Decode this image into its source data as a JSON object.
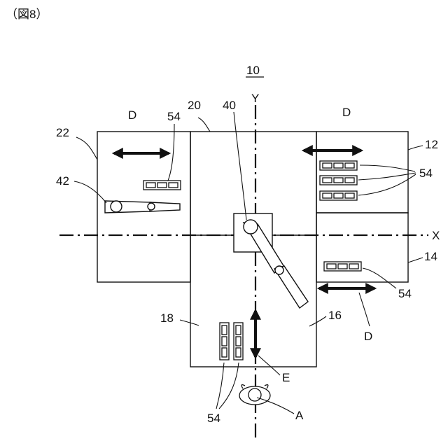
{
  "figure_label": "（図8）",
  "system_ref": "10",
  "axis_labels": {
    "x": "X",
    "y": "Y"
  },
  "area_labels": {
    "area_12": "12",
    "area_14": "14",
    "area_16": "16",
    "area_18": "18",
    "area_20": "20",
    "area_22": "22"
  },
  "part_labels": {
    "robot_40": "40",
    "robot_42": "42",
    "tray_54_right_upper": "54",
    "tray_54_right_lower": "54",
    "tray_54_left": "54",
    "tray_54_bottom": "54"
  },
  "direction_labels": {
    "d_left": "D",
    "d_right_upper": "D",
    "d_right_lower": "D",
    "e_vertical": "E",
    "a_operator": "A"
  }
}
